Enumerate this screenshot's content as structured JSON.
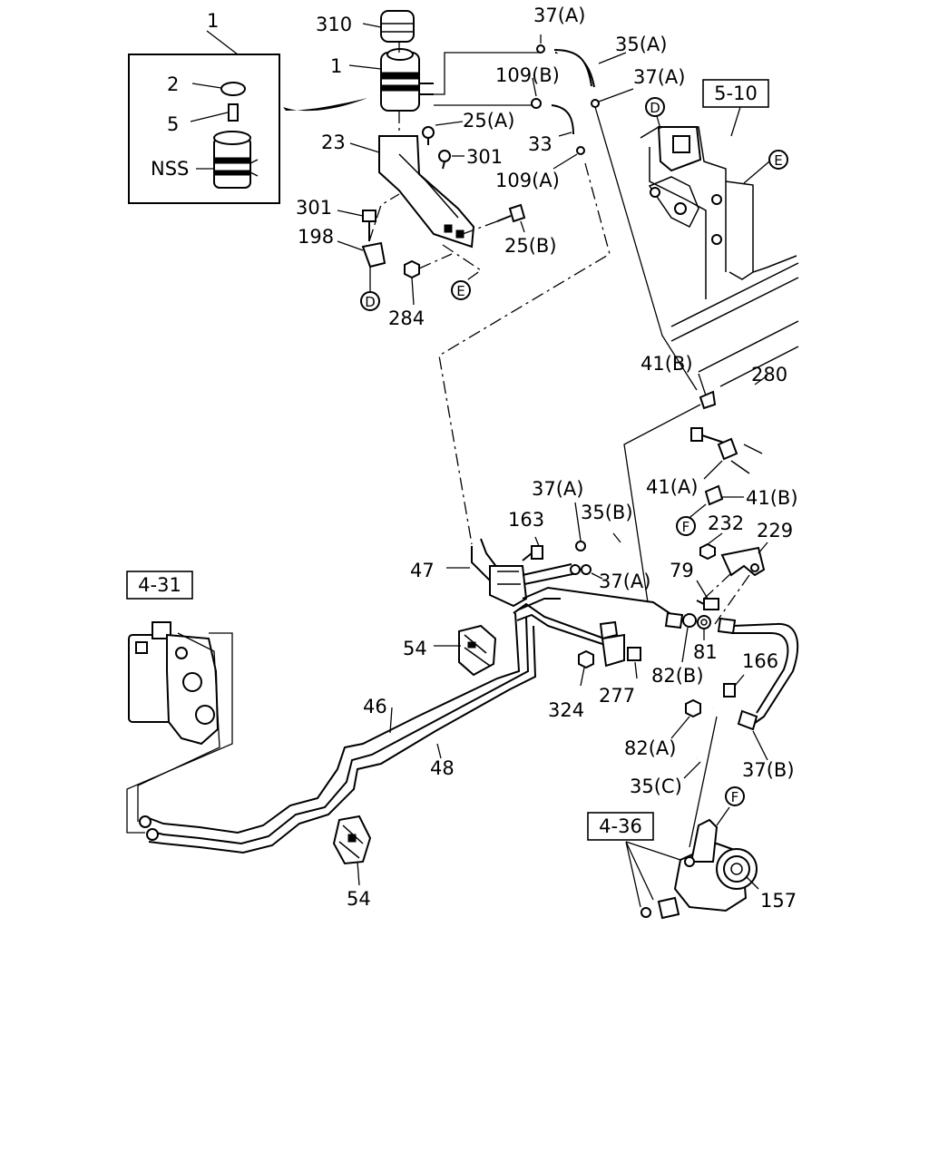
{
  "diagram": {
    "references": [
      "5-10",
      "4-31",
      "4-36"
    ],
    "part_labels": [
      {
        "id": "p1a",
        "text": "1"
      },
      {
        "id": "p310",
        "text": "310"
      },
      {
        "id": "p1b",
        "text": "1"
      },
      {
        "id": "p2",
        "text": "2"
      },
      {
        "id": "p5",
        "text": "5"
      },
      {
        "id": "pnss",
        "text": "NSS"
      },
      {
        "id": "p37a1",
        "text": "37(A)"
      },
      {
        "id": "p35a",
        "text": "35(A)"
      },
      {
        "id": "p109b",
        "text": "109(B)"
      },
      {
        "id": "p37a2",
        "text": "37(A)"
      },
      {
        "id": "p25a",
        "text": "25(A)"
      },
      {
        "id": "p23",
        "text": "23"
      },
      {
        "id": "p301a",
        "text": "301"
      },
      {
        "id": "p33",
        "text": "33"
      },
      {
        "id": "p109a",
        "text": "109(A)"
      },
      {
        "id": "p301b",
        "text": "301"
      },
      {
        "id": "p198",
        "text": "198"
      },
      {
        "id": "p25b",
        "text": "25(B)"
      },
      {
        "id": "p284",
        "text": "284"
      },
      {
        "id": "p41b1",
        "text": "41(B)"
      },
      {
        "id": "p280",
        "text": "280"
      },
      {
        "id": "p41a",
        "text": "41(A)"
      },
      {
        "id": "p41b2",
        "text": "41(B)"
      },
      {
        "id": "p37a3",
        "text": "37(A)"
      },
      {
        "id": "p163",
        "text": "163"
      },
      {
        "id": "p35b",
        "text": "35(B)"
      },
      {
        "id": "p232",
        "text": "232"
      },
      {
        "id": "p229",
        "text": "229"
      },
      {
        "id": "p47",
        "text": "47"
      },
      {
        "id": "p37a4",
        "text": "37(A)"
      },
      {
        "id": "p79",
        "text": "79"
      },
      {
        "id": "p54a",
        "text": "54"
      },
      {
        "id": "p81",
        "text": "81"
      },
      {
        "id": "p82b",
        "text": "82(B)"
      },
      {
        "id": "p277",
        "text": "277"
      },
      {
        "id": "p166",
        "text": "166"
      },
      {
        "id": "p324",
        "text": "324"
      },
      {
        "id": "p46",
        "text": "46"
      },
      {
        "id": "p48",
        "text": "48"
      },
      {
        "id": "p82a",
        "text": "82(A)"
      },
      {
        "id": "p37b",
        "text": "37(B)"
      },
      {
        "id": "p35c",
        "text": "35(C)"
      },
      {
        "id": "p54b",
        "text": "54"
      },
      {
        "id": "p157",
        "text": "157"
      }
    ],
    "connectors": [
      "D",
      "E",
      "E",
      "D",
      "F",
      "F"
    ]
  }
}
